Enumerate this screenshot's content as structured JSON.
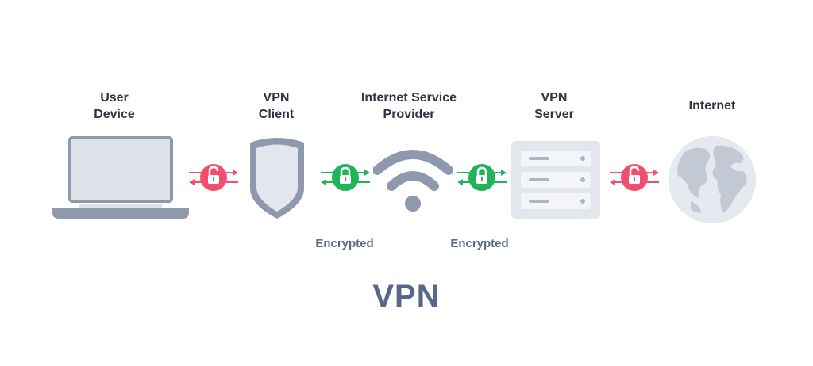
{
  "nodes": [
    {
      "name": "user-device",
      "lines": [
        "User",
        "Device"
      ],
      "icon": "laptop-icon"
    },
    {
      "name": "vpn-client",
      "lines": [
        "VPN",
        "Client"
      ],
      "icon": "shield-icon"
    },
    {
      "name": "isp",
      "lines": [
        "Internet Service",
        "Provider"
      ],
      "icon": "wifi-icon"
    },
    {
      "name": "vpn-server",
      "lines": [
        "VPN",
        "Server"
      ],
      "icon": "server-icon"
    },
    {
      "name": "internet",
      "lines": [
        "Internet"
      ],
      "icon": "globe-icon"
    }
  ],
  "links": [
    {
      "icon": "unlocked-padlock-icon",
      "status": "unencrypted",
      "color": "#f0506e"
    },
    {
      "icon": "locked-padlock-icon",
      "status": "encrypted",
      "color": "#1fb45a"
    },
    {
      "icon": "locked-padlock-icon",
      "status": "encrypted",
      "color": "#1fb45a"
    },
    {
      "icon": "unlocked-padlock-icon",
      "status": "unencrypted",
      "color": "#f0506e"
    }
  ],
  "encrypted_labels": [
    "Encrypted",
    "Encrypted"
  ],
  "title": "VPN",
  "colors": {
    "icon_gray": "#d9dde6",
    "icon_dark": "#8e99ad",
    "text": "#2e3440",
    "title": "#56678a",
    "secure": "#1fb45a",
    "insecure": "#f0506e"
  }
}
